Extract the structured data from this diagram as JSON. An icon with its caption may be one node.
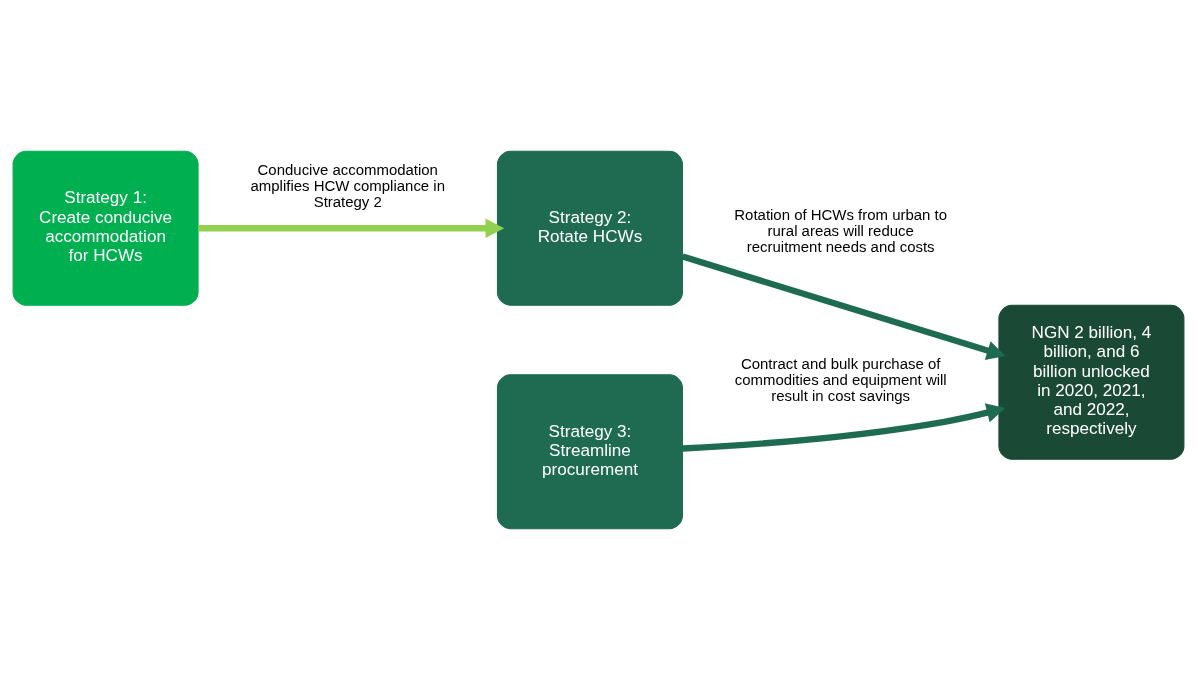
{
  "diagram": {
    "nodes": [
      {
        "text": [
          "Strategy 1: Create conducive accommodation for HCWs"
        ]
      },
      {
        "text": [
          "Strategy 2:",
          "Rotate HCWs"
        ]
      },
      {
        "text": [
          "Strategy 3:",
          "Streamline procurement"
        ]
      },
      {
        "text": [
          "NGN 2 billion, 4 billion, and 6 billion unlocked in 2020, 2021, and 2022, respectively"
        ]
      }
    ],
    "edges": [
      {
        "from": 0,
        "to": 1,
        "arrow": "to",
        "label": "Conducive accommodation amplifies HCW compliance in Strategy 2",
        "color": "#92d050"
      },
      {
        "from": 1,
        "to": 3,
        "arrow": "to",
        "label": "Rotation of HCWs from urban to rural areas will reduce recruitment needs and costs"
      },
      {
        "from": 2,
        "to": 3,
        "arrow": "to",
        "label": "Contract and bulk purchase of commodities and equipment will result in cost savings"
      }
    ]
  }
}
